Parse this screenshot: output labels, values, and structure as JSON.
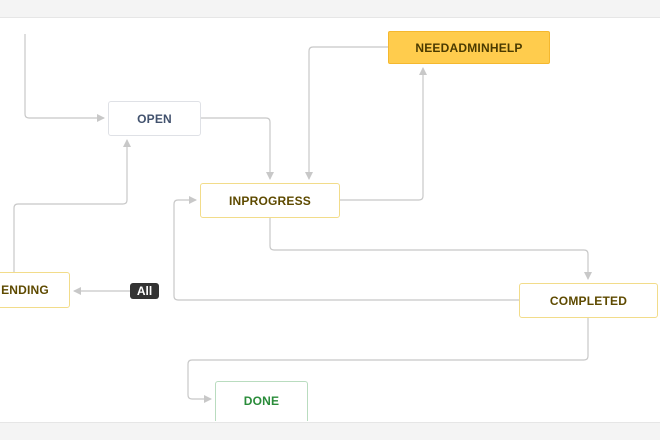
{
  "nodes": {
    "open": "OPEN",
    "needadminhelp": "NEEDADMINHELP",
    "inprogress": "INPROGRESS",
    "pending": "ENDING",
    "completed": "COMPLETED",
    "done": "DONE"
  },
  "badges": {
    "all": "All"
  },
  "colors": {
    "edge": "#c8c8c8",
    "highlight_node": "#ffcc4d",
    "done_text": "#2a8c3a",
    "status_text": "#5e4a00",
    "open_text": "#42526e"
  }
}
